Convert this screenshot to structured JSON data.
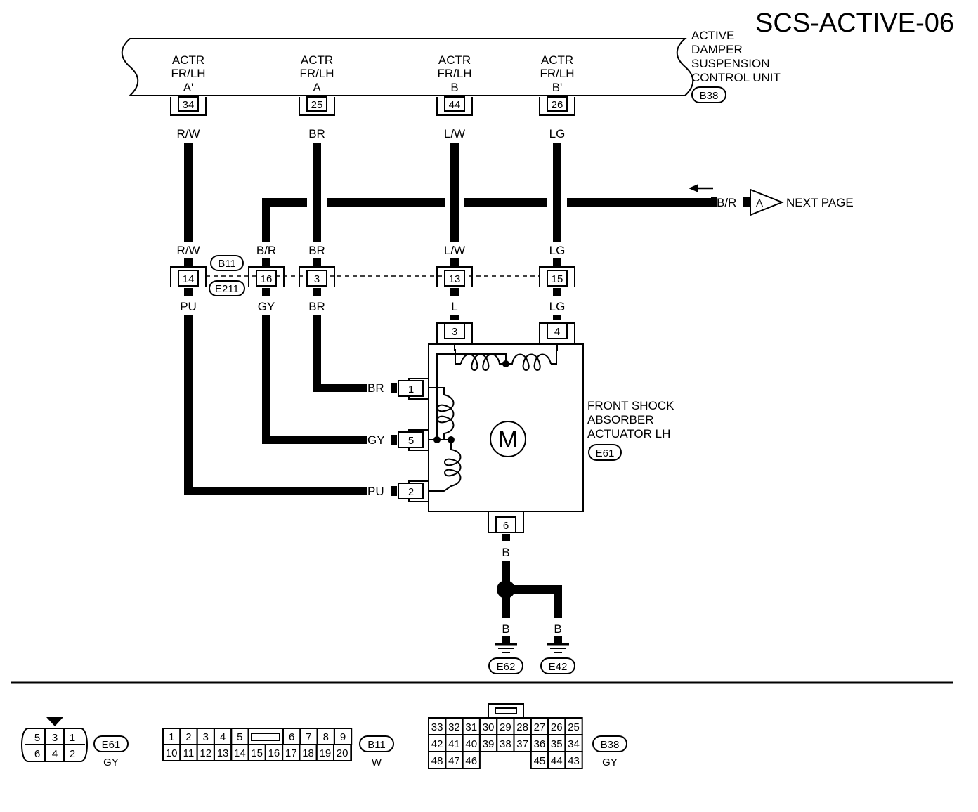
{
  "title": "SCS-ACTIVE-06",
  "control_unit": {
    "name_lines": [
      "ACTIVE",
      "DAMPER",
      "SUSPENSION",
      "CONTROL UNIT"
    ],
    "connector": "B38",
    "terminals": [
      {
        "lines": [
          "ACTR",
          "FR/LH",
          "A'"
        ],
        "pin": "34",
        "wire": "R/W"
      },
      {
        "lines": [
          "ACTR",
          "FR/LH",
          "A"
        ],
        "pin": "25",
        "wire": "BR"
      },
      {
        "lines": [
          "ACTR",
          "FR/LH",
          "B"
        ],
        "pin": "44",
        "wire": "L/W"
      },
      {
        "lines": [
          "ACTR",
          "FR/LH",
          "B'"
        ],
        "pin": "26",
        "wire": "LG"
      }
    ]
  },
  "next_page": {
    "wire": "B/R",
    "label": "A",
    "text": "NEXT PAGE"
  },
  "joint_connector": {
    "upper": "B11",
    "lower": "E211",
    "pins": [
      {
        "top_wire": "R/W",
        "pin": "14",
        "bottom_wire": "PU"
      },
      {
        "top_wire": "B/R",
        "pin": "16",
        "bottom_wire": "GY"
      },
      {
        "top_wire": "BR",
        "pin": "3",
        "bottom_wire": "BR"
      },
      {
        "top_wire": "L/W",
        "pin": "13",
        "bottom_wire": "L"
      },
      {
        "top_wire": "LG",
        "pin": "15",
        "bottom_wire": "LG"
      }
    ]
  },
  "actuator": {
    "name_lines": [
      "FRONT SHOCK",
      "ABSORBER",
      "ACTUATOR LH"
    ],
    "connector": "E61",
    "motor": "M",
    "top_pins": [
      "3",
      "4"
    ],
    "side_pins": [
      {
        "wire": "BR",
        "pin": "1"
      },
      {
        "wire": "GY",
        "pin": "5"
      },
      {
        "wire": "PU",
        "pin": "2"
      }
    ],
    "bottom_pin": "6",
    "bottom_wire": "B"
  },
  "grounds": [
    {
      "wire": "B",
      "name": "E62"
    },
    {
      "wire": "B",
      "name": "E42"
    }
  ],
  "connector_views": {
    "e61": {
      "name": "E61",
      "color": "GY",
      "top": [
        "5",
        "3",
        "1"
      ],
      "bottom": [
        "6",
        "4",
        "2"
      ]
    },
    "b11": {
      "name": "B11",
      "color": "W",
      "top_left": [
        "1",
        "2",
        "3",
        "4",
        "5"
      ],
      "top_right": [
        "6",
        "7",
        "8",
        "9"
      ],
      "bottom": [
        "10",
        "11",
        "12",
        "13",
        "14",
        "15",
        "16",
        "17",
        "18",
        "19",
        "20"
      ]
    },
    "b38": {
      "name": "B38",
      "color": "GY",
      "row1": [
        "33",
        "32",
        "31",
        "30",
        "29",
        "28",
        "27",
        "26",
        "25"
      ],
      "row2": [
        "42",
        "41",
        "40",
        "39",
        "38",
        "37",
        "36",
        "35",
        "34"
      ],
      "row3_left": [
        "48",
        "47",
        "46"
      ],
      "row3_right": [
        "45",
        "44",
        "43"
      ]
    }
  }
}
